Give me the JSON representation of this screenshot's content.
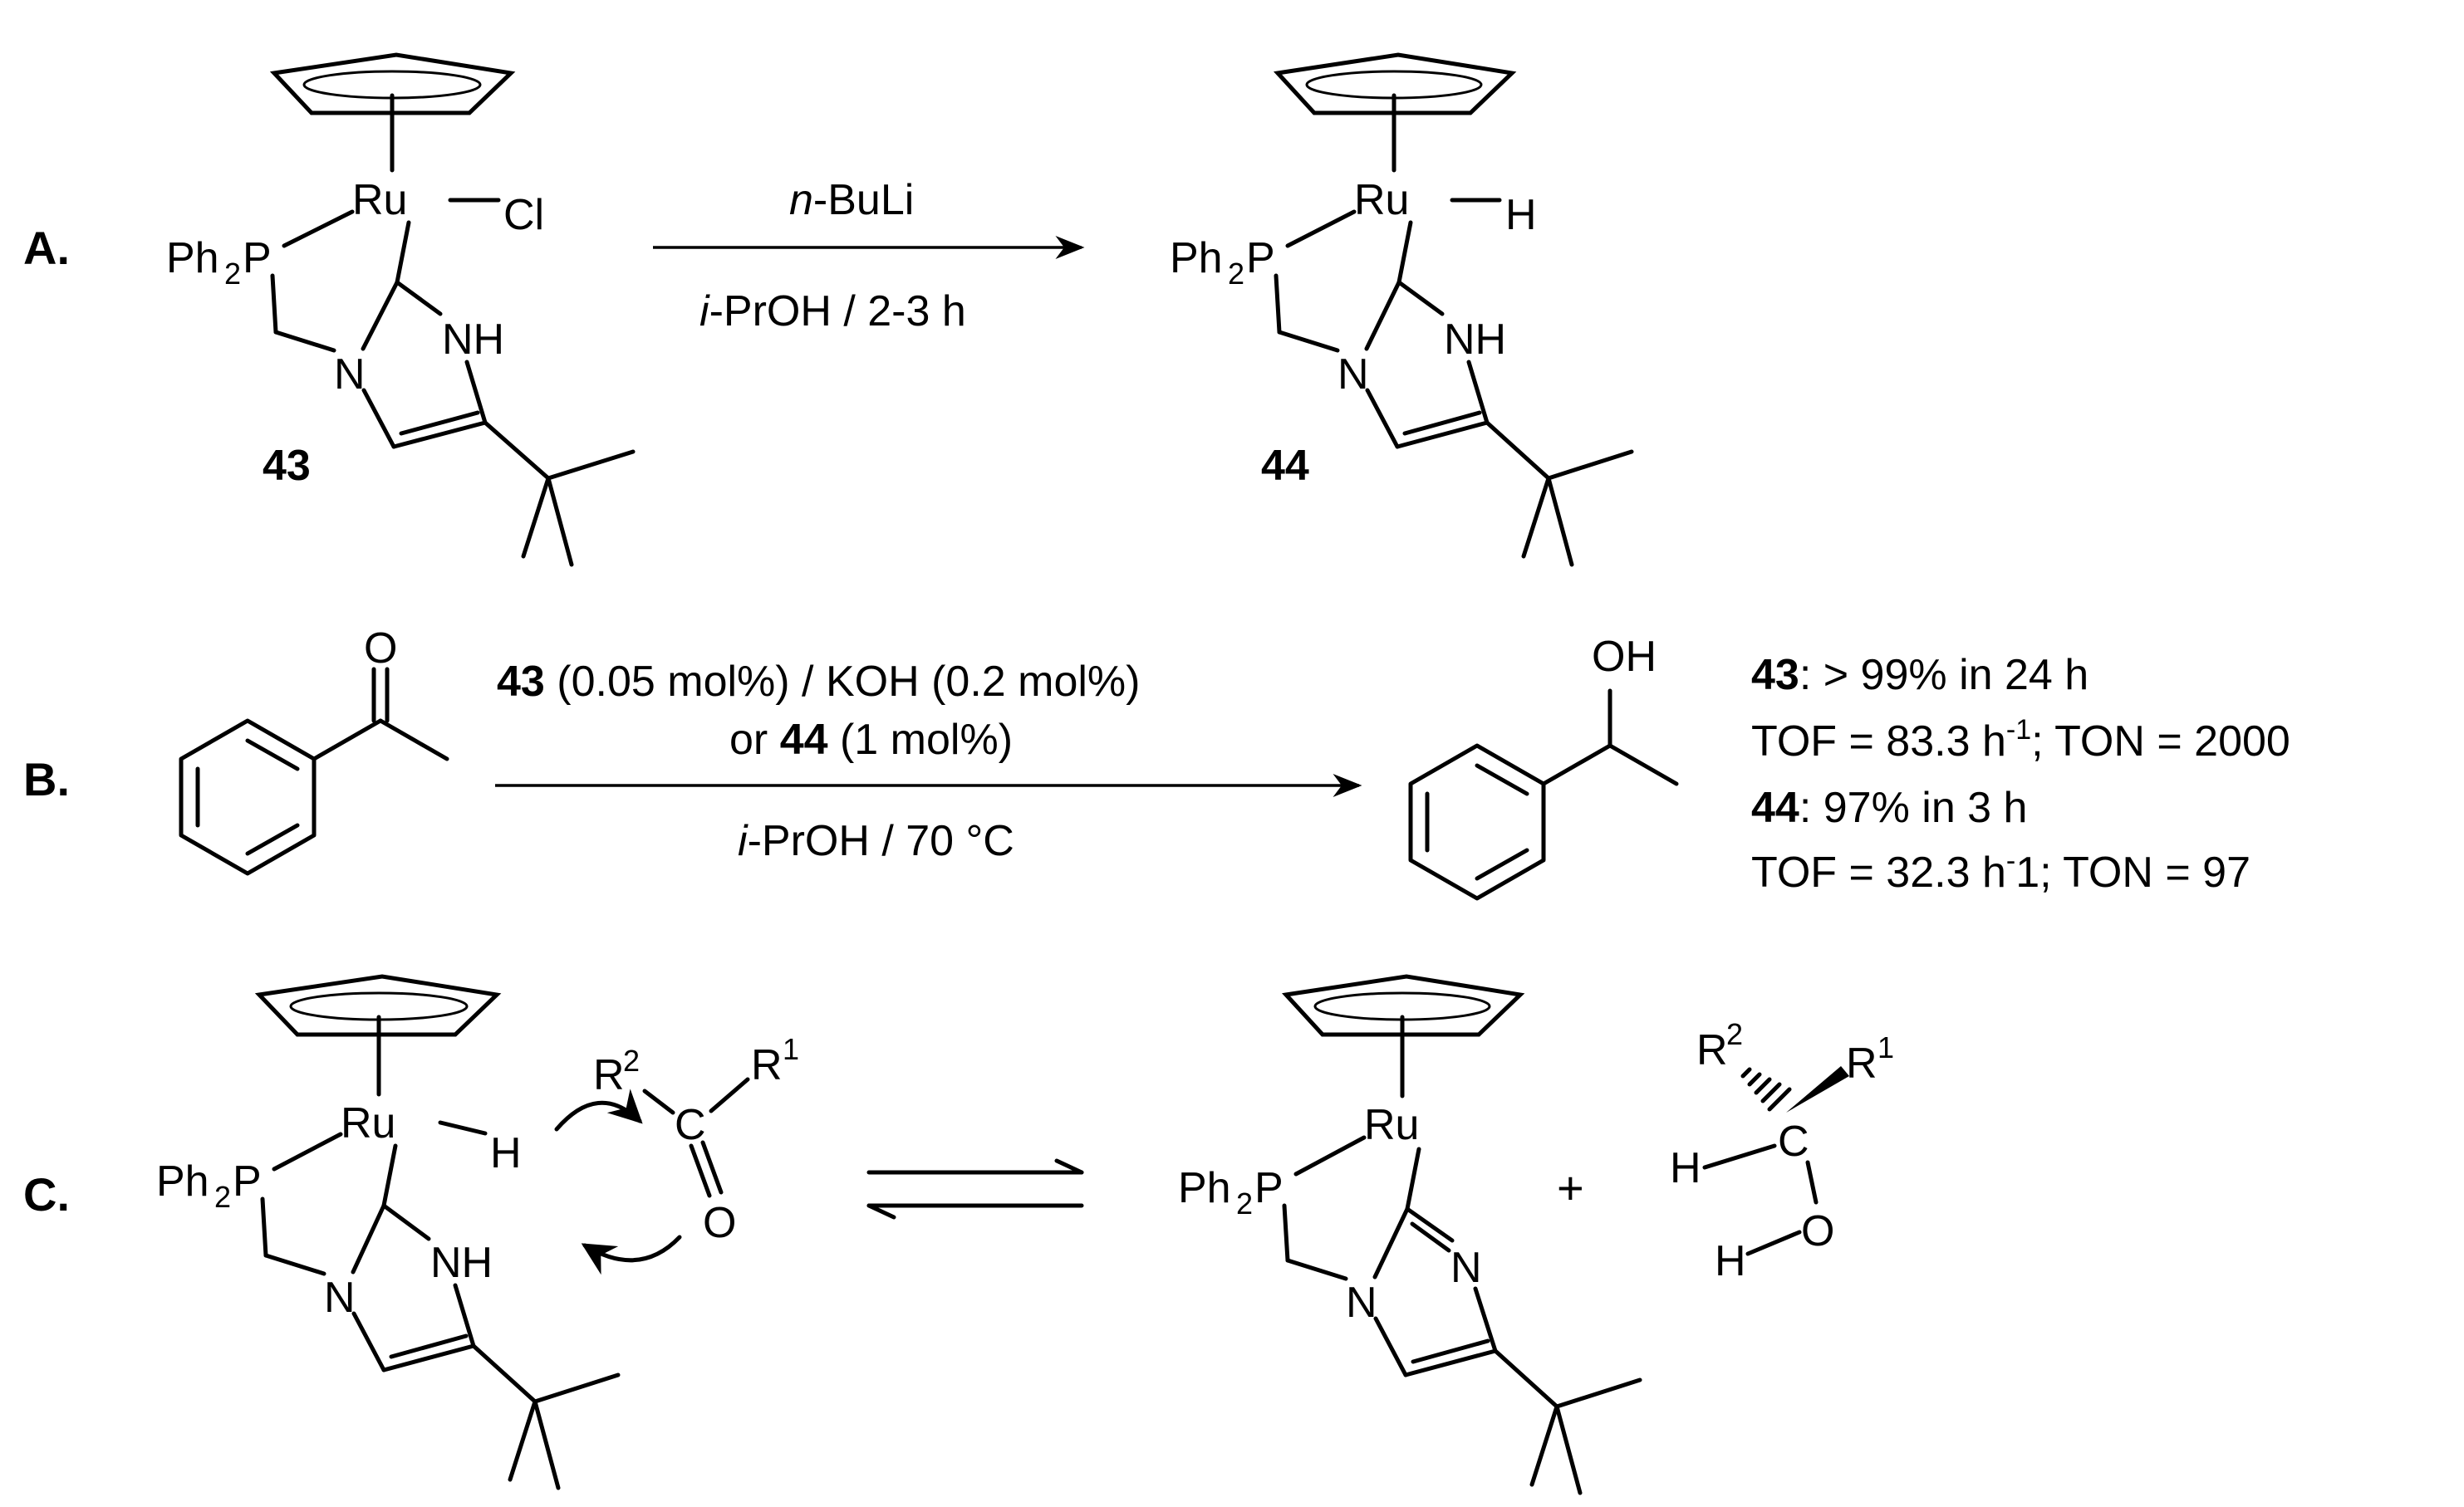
{
  "panels": {
    "A": {
      "label": "A.",
      "reagent_top_prefix": "n",
      "reagent_top_rest": "-BuLi",
      "reagent_bottom_prefix": "i",
      "reagent_bottom_rest": "-PrOH / 2-3 h",
      "compound_left": "43",
      "compound_right": "44"
    },
    "B": {
      "label": "B.",
      "cond_line1_bold": "43",
      "cond_line1_rest": " (0.05 mol%) / KOH (0.2 mol%)",
      "cond_line2_prefix": "or ",
      "cond_line2_bold": "44",
      "cond_line2_rest": " (1 mol%)",
      "cond_bottom_prefix": "i",
      "cond_bottom_rest": "-PrOH / 70 °C",
      "result_1_bold": "43",
      "result_1_rest": ": > 99% in 24 h",
      "result_2_a": "TOF = 83.3 h",
      "result_2_sup": "-1",
      "result_2_b": "; TON = 2000",
      "result_3_bold": "44",
      "result_3_rest": ": 97% in 3 h",
      "result_4_a": "TOF = 32.3 h",
      "result_4_sup": "-",
      "result_4_b": "1; TON = 97"
    },
    "C": {
      "label": "C.",
      "plus": "+"
    }
  },
  "atoms": {
    "Ru": "Ru",
    "Cl": "Cl",
    "H": "H",
    "Ph": "Ph",
    "sub2": "2",
    "P": "P",
    "N": "N",
    "NH": "NH",
    "O": "O",
    "OH": "OH",
    "C": "C",
    "R": "R",
    "sup1": "1",
    "sup2": "2"
  }
}
